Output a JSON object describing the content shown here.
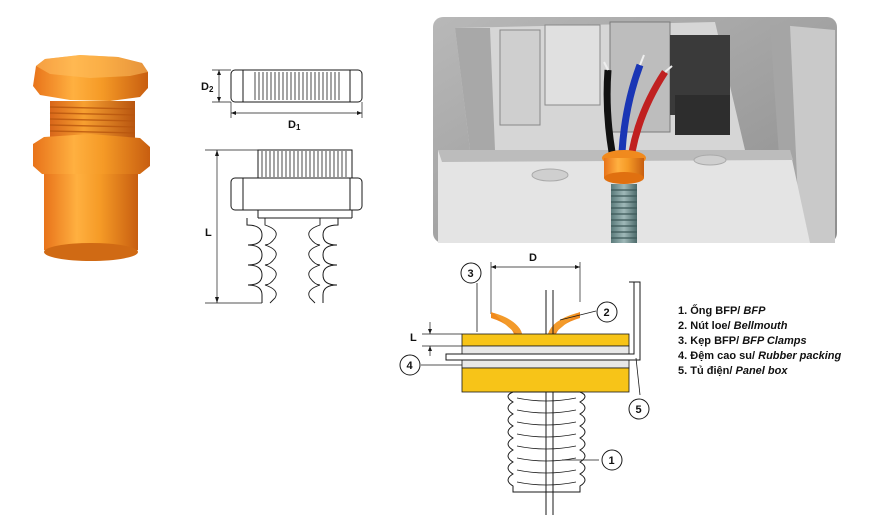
{
  "dimensions": {
    "d2": "D2",
    "d1": "D1",
    "length": "L",
    "diameter": "D",
    "thickness": "L"
  },
  "callouts": [
    "1",
    "2",
    "3",
    "4",
    "5"
  ],
  "legend": [
    {
      "num": "1.",
      "vi": "Ống BFP/",
      "en": "BFP"
    },
    {
      "num": "2.",
      "vi": "Nút loe/",
      "en": "Bellmouth"
    },
    {
      "num": "3.",
      "vi": "Kẹp BFP/",
      "en": "BFP Clamps"
    },
    {
      "num": "4.",
      "vi": "Đệm cao su/",
      "en": "Rubber packing"
    },
    {
      "num": "5.",
      "vi": "Tủ điện/",
      "en": "Panel box"
    }
  ],
  "colors": {
    "orange": "#f08a1e",
    "yellow": "#f7c418",
    "rubber": "#e8e8e8",
    "line": "#1a1a1a"
  }
}
